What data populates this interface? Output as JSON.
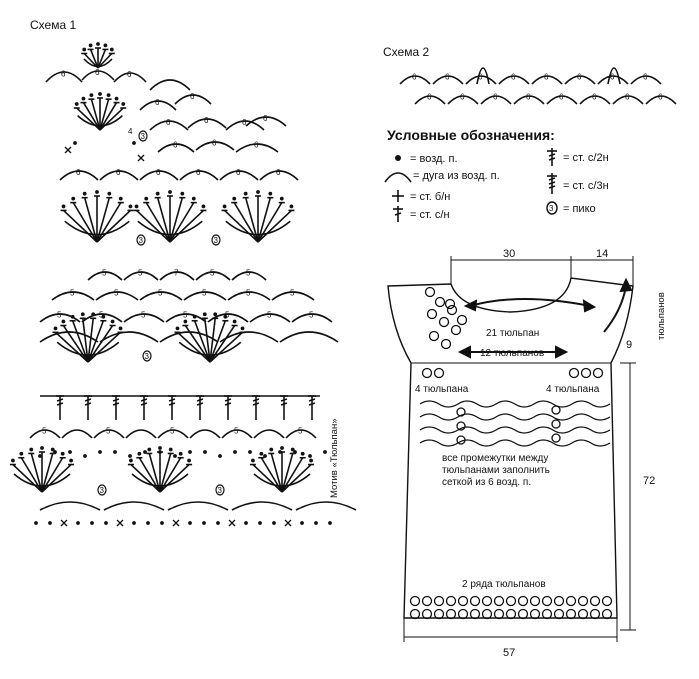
{
  "scheme1": {
    "title": "Схема 1",
    "motif_label": "Мотив «Тюльпан»",
    "chain_labels": [
      "6",
      "5",
      "7",
      "4",
      "3"
    ]
  },
  "scheme2": {
    "title": "Схема 2",
    "chain_label": "6"
  },
  "legend": {
    "heading": "Условные обозначения:",
    "items": [
      {
        "icon": "dot-icon",
        "text": "= возд. п."
      },
      {
        "icon": "arc-icon",
        "text": "= дуга из возд. п."
      },
      {
        "icon": "plus-icon",
        "text": "= ст. б/н"
      },
      {
        "icon": "dc-icon",
        "text": "= ст. с/н"
      },
      {
        "icon": "hdc-icon",
        "text": "= ст. с/2н"
      },
      {
        "icon": "tc-icon",
        "text": "= ст. с/3н"
      },
      {
        "icon": "picot-icon",
        "text": "= пико"
      }
    ]
  },
  "pattern": {
    "dims": {
      "top_width": "30",
      "shoulder": "14",
      "height": "72",
      "bottom_width": "57",
      "side": "9"
    },
    "labels": {
      "tulips_21": "21 тюльпан",
      "tulips_12": "12 тюльпанов",
      "tulips_side": "тюльпанов",
      "tulips_4_left": "4 тюльпана",
      "tulips_4_right": "4 тюльпана",
      "fill_note_1": "все промежутки между",
      "fill_note_2": "тюльпанами заполнить",
      "fill_note_3": "сеткой из 6 возд. п.",
      "rows_note": "2 ряда тюльпанов"
    }
  }
}
